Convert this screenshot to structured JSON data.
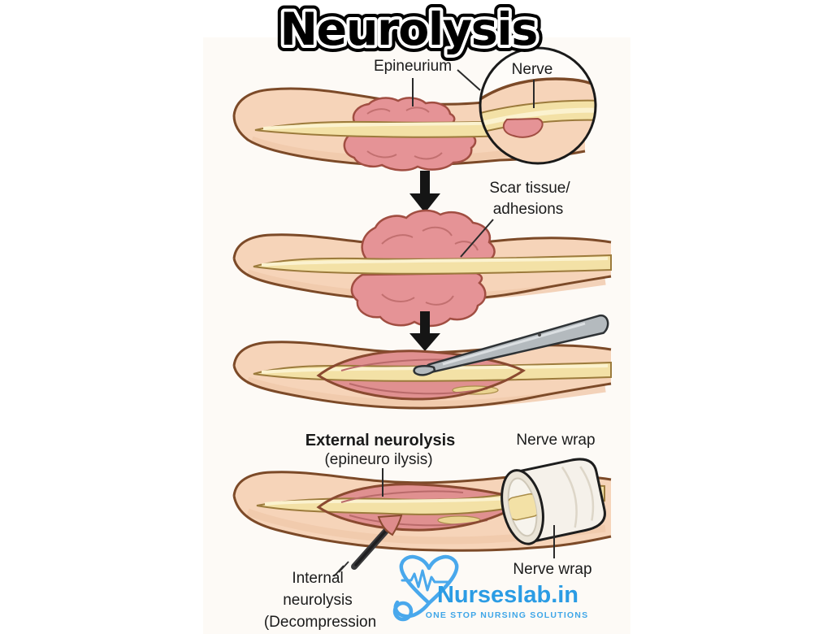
{
  "title": "Neurolysis",
  "labels": {
    "epineurium": "Epineurium",
    "nerve": "Nerve",
    "scar_line1": "Scar tissue/",
    "scar_line2": "adhesions",
    "external_name": "External neurolysis",
    "external_sub": "(epineuro ilysis)",
    "nerve_wrap_top": "Nerve wrap",
    "nerve_wrap_bottom": "Nerve wrap",
    "internal_line1": "Internal",
    "internal_line2": "neurolysis",
    "internal_line3": "(Decompression"
  },
  "logo": {
    "brand": "Nurseslab.in",
    "tagline": "ONE STOP NURSING SOLUTIONS",
    "accent_blue": "#3FA4E6"
  },
  "icons": {
    "step_arrow": "down-arrow",
    "logo_mark": "heart-ecg-stethoscope"
  },
  "colors": {
    "skin": "#F6D4B9",
    "skin_outline": "#7C4A28",
    "nerve_yellow": "#F3E1A6",
    "nerve_highlight": "#FBF2CF",
    "scar_pink": "#E59396",
    "incision_pink": "#E09090",
    "tool_gray": "#B4BABE",
    "wrap_white": "#F5F1EA",
    "arrow_black": "#151515",
    "logo_blue": "#49A8EC"
  }
}
